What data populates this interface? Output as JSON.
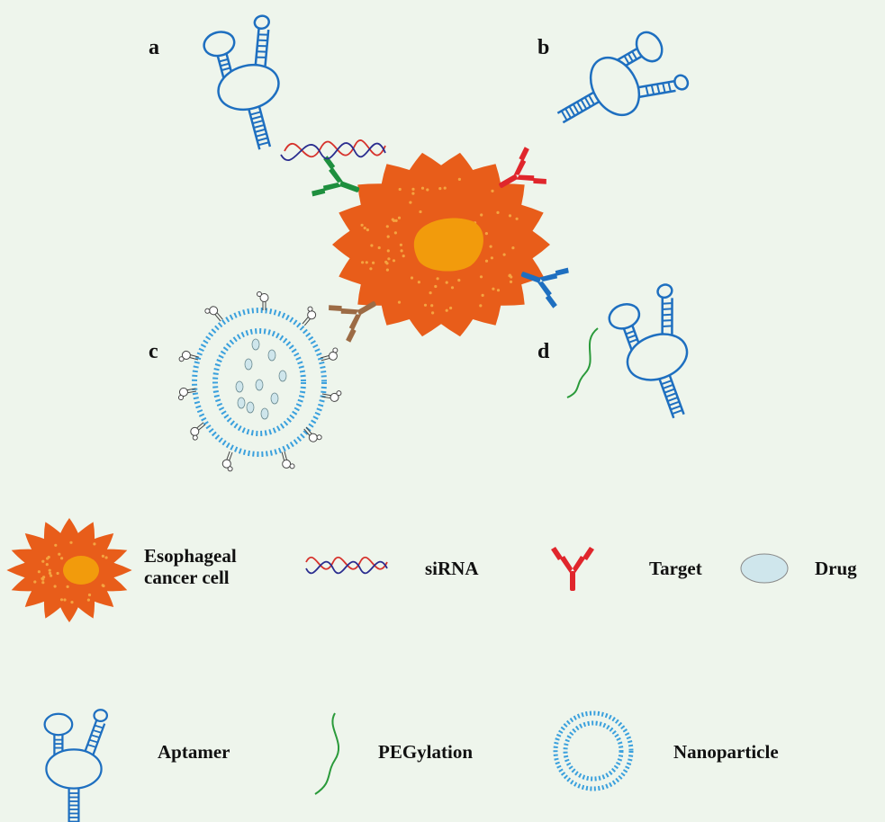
{
  "panels": {
    "a": "a",
    "b": "b",
    "c": "c",
    "d": "d"
  },
  "legend": {
    "cancer_cell": {
      "line1": "Esophageal",
      "line2": "cancer cell"
    },
    "sirna": "siRNA",
    "target": "Target",
    "drug": "Drug",
    "aptamer": "Aptamer",
    "pegylation": "PEGylation",
    "nanoparticle": "Nanoparticle"
  },
  "colors": {
    "background": "#eef5ec",
    "cell": "#e85d1a",
    "nucleus": "#f29b0c",
    "aptamer": "#1e6fc0",
    "sirna_strand_1": "#d6322c",
    "sirna_strand_2": "#2a2d8f",
    "target_red": "#e0262c",
    "target_green": "#1e8f3e",
    "target_blue": "#1e6fc0",
    "target_brown": "#9c6b45",
    "drug": "#cfe6ec",
    "nanoparticle": "#3aa0dd",
    "peg": "#2a9a3a"
  }
}
